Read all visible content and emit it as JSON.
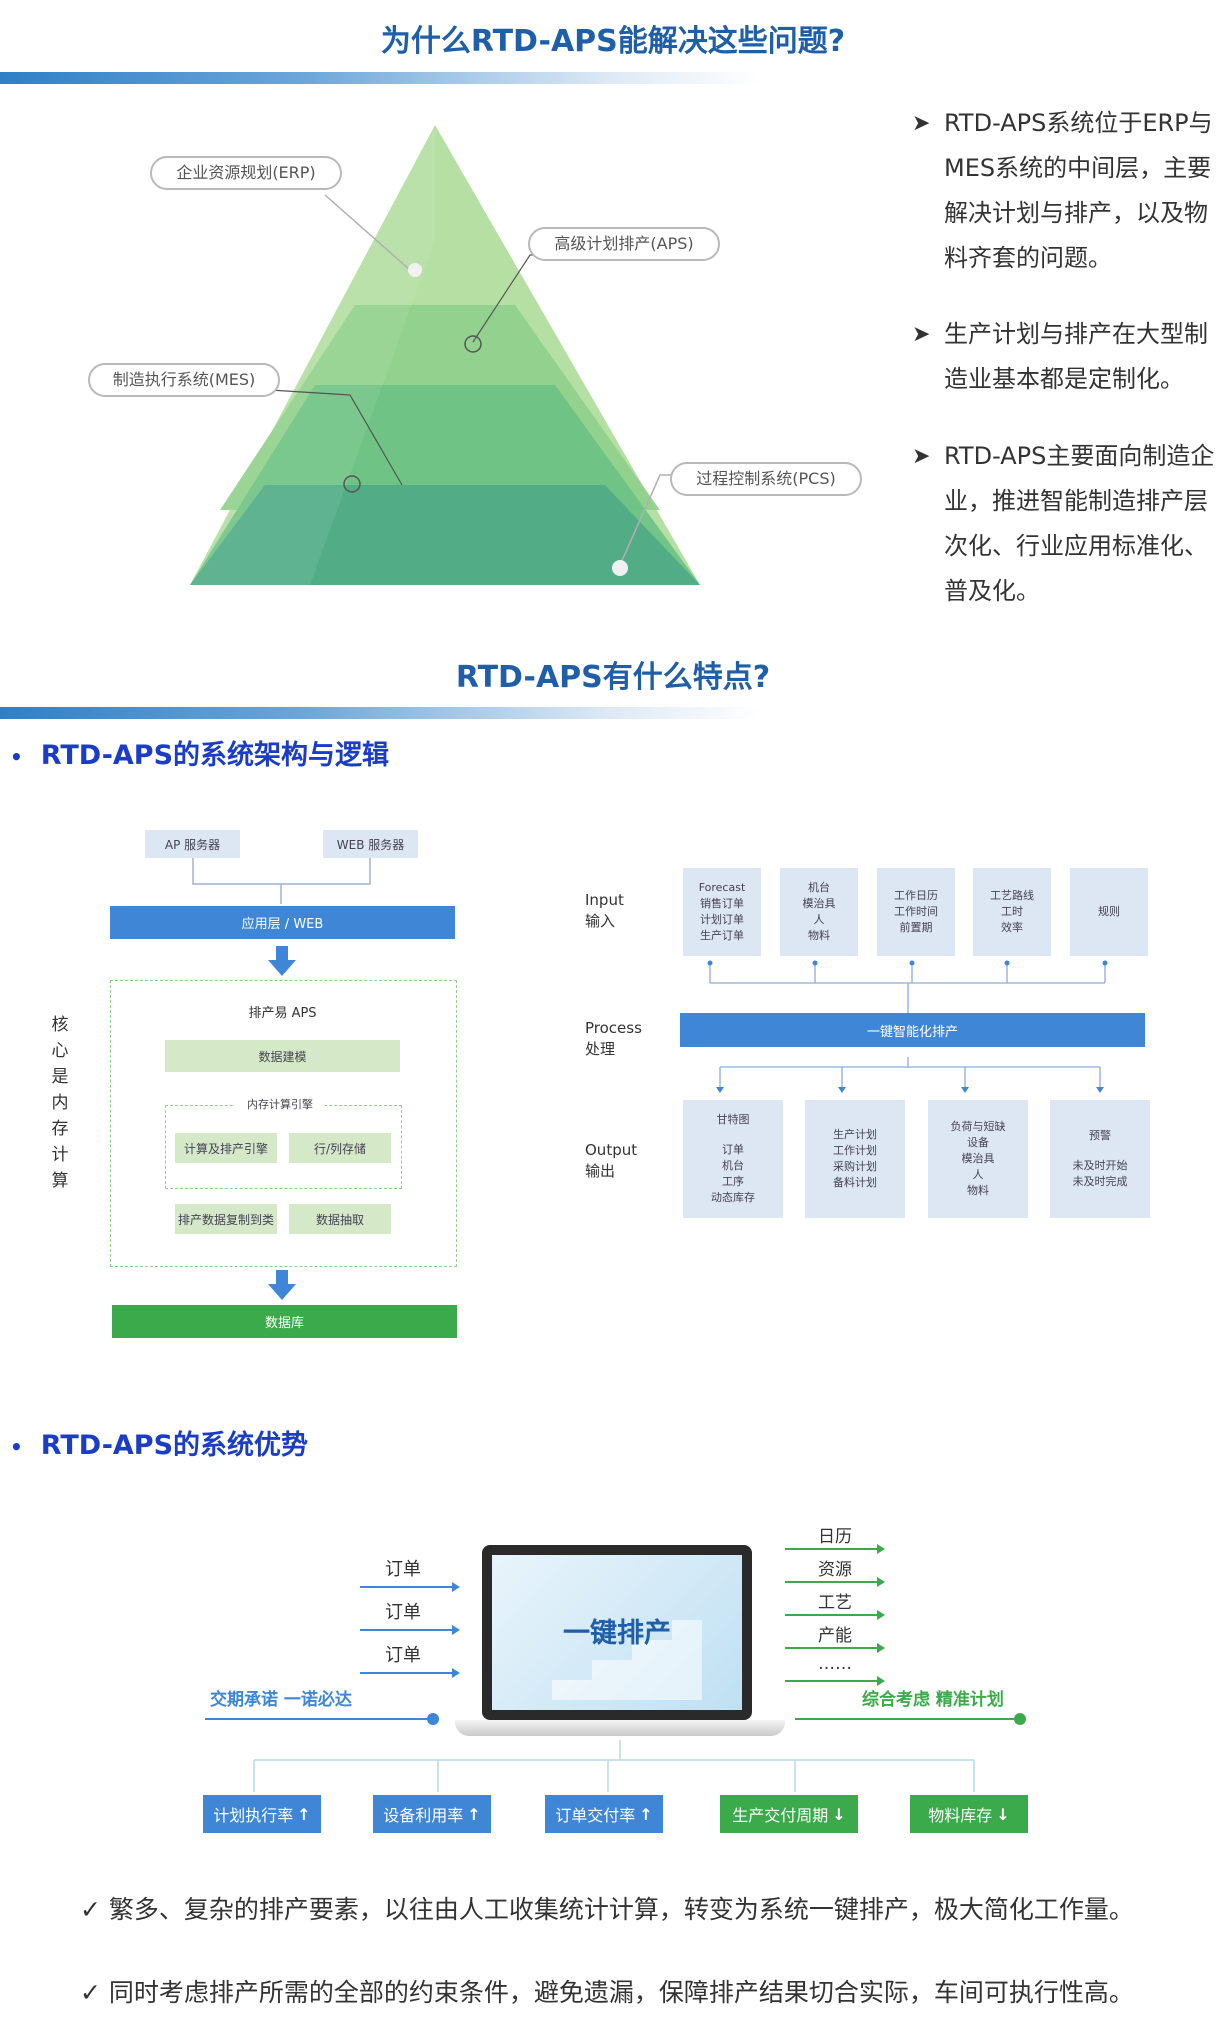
{
  "section1": {
    "title": "为什么RTD-APS能解决这些问题?",
    "pyramid_labels": {
      "erp": "企业资源规划(ERP)",
      "aps": "高级计划排产(APS)",
      "mes": "制造执行系统(MES)",
      "pcs": "过程控制系统(PCS)"
    },
    "points": [
      "RTD-APS系统位于ERP与MES系统的中间层，主要解决计划与排产，以及物料齐套的问题。",
      "生产计划与排产在大型制造业基本都是定制化。",
      "RTD-APS主要面向制造企业，推进智能制造排产层次化、行业应用标准化、普及化。"
    ],
    "arrow_glyph": "➤"
  },
  "section2": {
    "title": "RTD-APS有什么特点?",
    "bullet_glyph": "•",
    "arch_heading": "RTD-APS的系统架构与逻辑",
    "arch": {
      "ap_server": "AP 服务器",
      "web_server": "WEB 服务器",
      "app_layer": "应用层 / WEB",
      "core_label": "核心是内存计算",
      "aps_title": "排产易 APS",
      "data_model": "数据建模",
      "mem_engine": "内存计算引擎",
      "calc_engine": "计算及排产引擎",
      "row_col": "行/列存储",
      "copy_class": "排产数据复制到类",
      "extract": "数据抽取",
      "database": "数据库"
    },
    "flow": {
      "input_label": "Input",
      "input_cn": "输入",
      "process_label": "Process",
      "process_cn": "处理",
      "output_label": "Output",
      "output_cn": "输出",
      "inputs": [
        [
          "Forecast",
          "销售订单",
          "计划订单",
          "生产订单"
        ],
        [
          "机台",
          "模治具",
          "人",
          "物料"
        ],
        [
          "工作日历",
          "工作时间",
          "前置期"
        ],
        [
          "工艺路线",
          "工时",
          "效率"
        ],
        [
          "规则"
        ]
      ],
      "process": "一键智能化排产",
      "outputs": [
        [
          "甘特图",
          "",
          "订单",
          "机台",
          "工序",
          "动态库存"
        ],
        [
          "生产计划",
          "工作计划",
          "采购计划",
          "备料计划"
        ],
        [
          "负荷与短缺",
          "设备",
          "模治具",
          "人",
          "物料"
        ],
        [
          "预警",
          "",
          "未及时开始",
          "未及时完成"
        ]
      ]
    },
    "adv_heading": "RTD-APS的系统优势",
    "adv": {
      "orders": [
        "订单",
        "订单",
        "订单"
      ],
      "screen_text": "一键排产",
      "right_items": [
        "日历",
        "资源",
        "工艺",
        "产能",
        "……"
      ],
      "left_tag": "交期承诺 一诺必达",
      "right_tag": "综合考虑 精准计划",
      "kpis": [
        {
          "label": "计划执行率",
          "arrow": "↑",
          "color": "#3f87d6"
        },
        {
          "label": "设备利用率",
          "arrow": "↑",
          "color": "#3f87d6"
        },
        {
          "label": "订单交付率",
          "arrow": "↑",
          "color": "#3f87d6"
        },
        {
          "label": "生产交付周期",
          "arrow": "↓",
          "color": "#3aaa4a"
        },
        {
          "label": "物料库存",
          "arrow": "↓",
          "color": "#3aaa4a"
        }
      ]
    },
    "check_glyph": "✓",
    "checks": [
      "繁多、复杂的排产要素，以往由人工收集统计计算，转变为系统一键排产，极大简化工作量。",
      "同时考虑排产所需的全部的约束条件，避免遗漏，保障排产结果切合实际，车间可执行性高。"
    ]
  }
}
